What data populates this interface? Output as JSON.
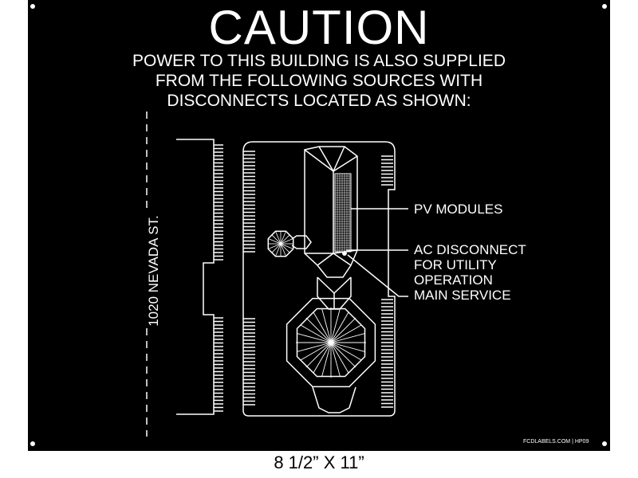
{
  "sign": {
    "title": "CAUTION",
    "subtitle_lines": [
      "POWER TO THIS BUILDING IS ALSO SUPPLIED",
      "FROM THE FOLLOWING SOURCES WITH",
      "DISCONNECTS LOCATED AS SHOWN:"
    ],
    "street_label": "1020 NEVADA ST.",
    "callouts": {
      "pv_modules": "PV MODULES",
      "ac_disconnect": [
        "AC DISCONNECT",
        "FOR UTILITY",
        "OPERATION"
      ],
      "main_service": "MAIN SERVICE"
    },
    "maker_tag": "FCDLABELS.COM | HP09",
    "size_caption": "8 1/2” X 11”"
  },
  "colors": {
    "sign_background": "#000000",
    "sign_foreground": "#ffffff",
    "page_background": "#ffffff"
  }
}
